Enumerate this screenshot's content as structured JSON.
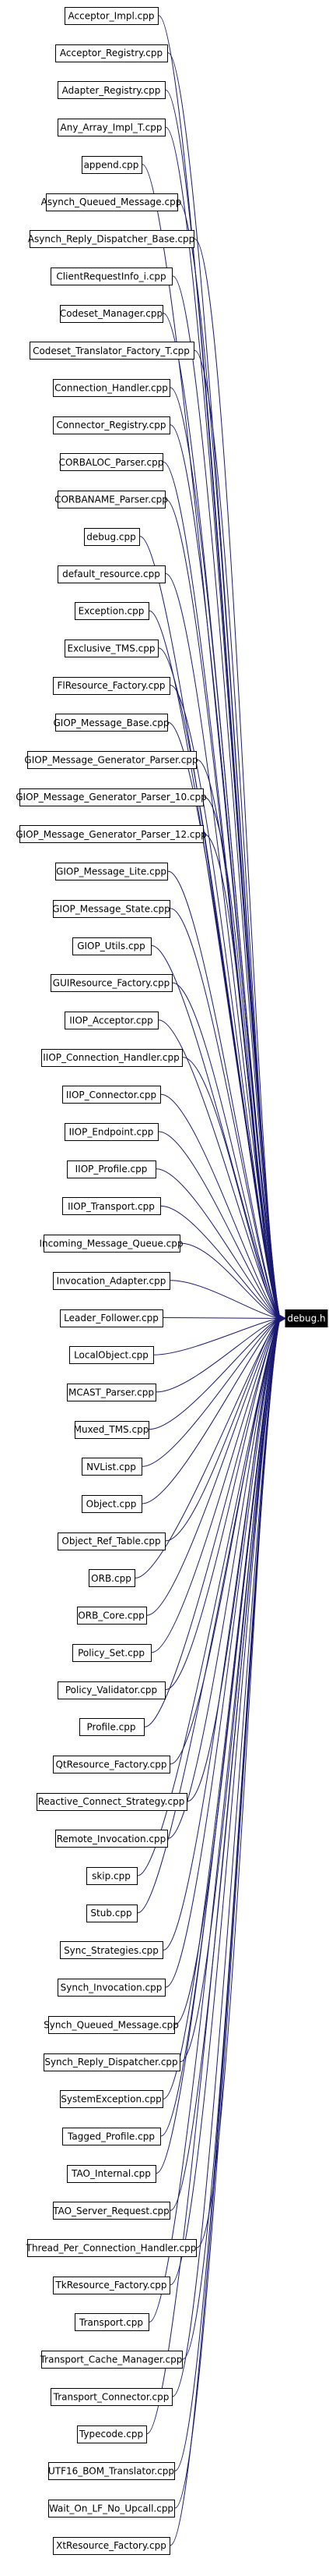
{
  "target": "debug.h",
  "colors": {
    "edge": "#191970",
    "target_fill": "#000000",
    "target_text": "#ffffff",
    "node_border": "#000000"
  },
  "sources": [
    "Acceptor_Impl.cpp",
    "Acceptor_Registry.cpp",
    "Adapter_Registry.cpp",
    "Any_Array_Impl_T.cpp",
    "append.cpp",
    "Asynch_Queued_Message.cpp",
    "Asynch_Reply_Dispatcher_Base.cpp",
    "ClientRequestInfo_i.cpp",
    "Codeset_Manager.cpp",
    "Codeset_Translator_Factory_T.cpp",
    "Connection_Handler.cpp",
    "Connector_Registry.cpp",
    "CORBALOC_Parser.cpp",
    "CORBANAME_Parser.cpp",
    "debug.cpp",
    "default_resource.cpp",
    "Exception.cpp",
    "Exclusive_TMS.cpp",
    "FlResource_Factory.cpp",
    "GIOP_Message_Base.cpp",
    "GIOP_Message_Generator_Parser.cpp",
    "GIOP_Message_Generator_Parser_10.cpp",
    "GIOP_Message_Generator_Parser_12.cpp",
    "GIOP_Message_Lite.cpp",
    "GIOP_Message_State.cpp",
    "GIOP_Utils.cpp",
    "GUIResource_Factory.cpp",
    "IIOP_Acceptor.cpp",
    "IIOP_Connection_Handler.cpp",
    "IIOP_Connector.cpp",
    "IIOP_Endpoint.cpp",
    "IIOP_Profile.cpp",
    "IIOP_Transport.cpp",
    "Incoming_Message_Queue.cpp",
    "Invocation_Adapter.cpp",
    "Leader_Follower.cpp",
    "LocalObject.cpp",
    "MCAST_Parser.cpp",
    "Muxed_TMS.cpp",
    "NVList.cpp",
    "Object.cpp",
    "Object_Ref_Table.cpp",
    "ORB.cpp",
    "ORB_Core.cpp",
    "Policy_Set.cpp",
    "Policy_Validator.cpp",
    "Profile.cpp",
    "QtResource_Factory.cpp",
    "Reactive_Connect_Strategy.cpp",
    "Remote_Invocation.cpp",
    "skip.cpp",
    "Stub.cpp",
    "Sync_Strategies.cpp",
    "Synch_Invocation.cpp",
    "Synch_Queued_Message.cpp",
    "Synch_Reply_Dispatcher.cpp",
    "SystemException.cpp",
    "Tagged_Profile.cpp",
    "TAO_Internal.cpp",
    "TAO_Server_Request.cpp",
    "Thread_Per_Connection_Handler.cpp",
    "TkResource_Factory.cpp",
    "Transport.cpp",
    "Transport_Cache_Manager.cpp",
    "Transport_Connector.cpp",
    "Typecode.cpp",
    "UTF16_BOM_Translator.cpp",
    "Wait_On_LF_No_Upcall.cpp",
    "XtResource_Factory.cpp"
  ]
}
